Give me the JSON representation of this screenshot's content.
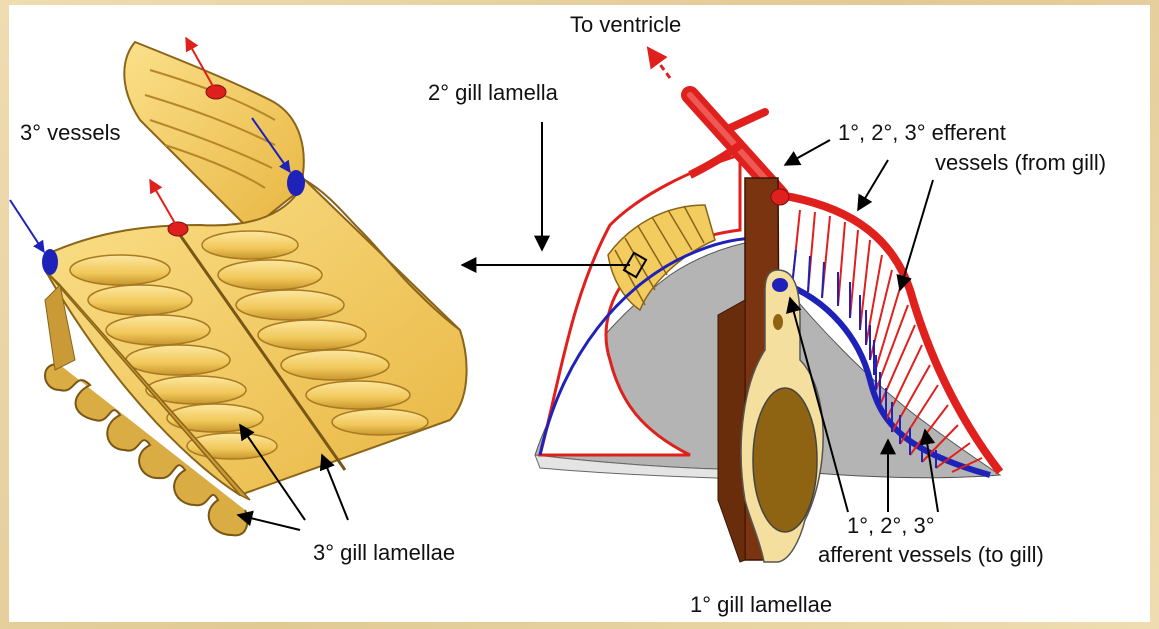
{
  "labels": {
    "to_ventricle": "To ventricle",
    "secondary_lamella": "2° gill lamella",
    "tertiary_vessels": "3° vessels",
    "efferent_line1": "1°, 2°, 3° efferent",
    "efferent_line2": "vessels (from gill)",
    "afferent_line1": "1°, 2°, 3°",
    "afferent_line2": "afferent vessels (to gill)",
    "tertiary_lamellae": "3° gill lamellae",
    "primary_lamellae": "1° gill lamellae"
  },
  "colors": {
    "efferent": "#e0201c",
    "afferent": "#1f22b8",
    "lamella_fill": "#f2cc5e",
    "lamella_dark": "#b8862a",
    "cartilage": "#7a3510",
    "gill_gray": "#b4b4b4"
  }
}
